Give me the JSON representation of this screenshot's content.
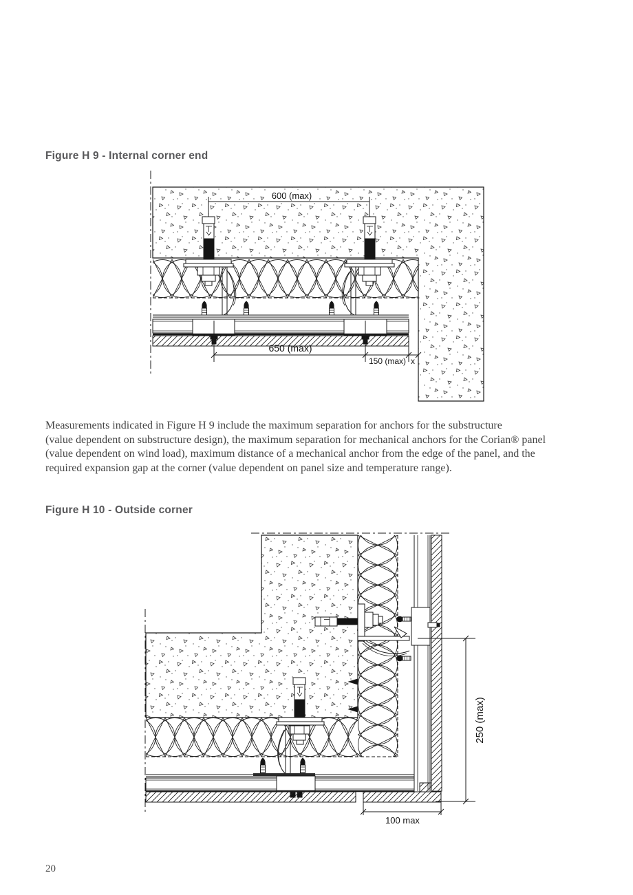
{
  "page": {
    "number": "20"
  },
  "colors": {
    "heading": "#58585a",
    "body_text": "#454545",
    "line": "#141414"
  },
  "figures": {
    "h9": {
      "title": "Figure H 9 - Internal corner end",
      "dims": {
        "top": "600 (max)",
        "span": "650 (max)",
        "edge": "150 (max)",
        "gap": "x"
      }
    },
    "h10": {
      "title": "Figure H 10 - Outside corner",
      "dims": {
        "vertical": "250 (max)",
        "bottom": "100 max"
      }
    }
  },
  "paragraph": {
    "lines": [
      "Measurements indicated in Figure H 9 include the maximum separation for anchors for the substructure",
      "(value dependent on substructure design), the maximum separation for mechanical anchors for the Corian® panel",
      "(value dependent on wind load), maximum distance of a mechanical anchor from the edge of the panel, and the",
      "required expansion gap at the corner (value dependent on panel size and temperature range)."
    ]
  }
}
